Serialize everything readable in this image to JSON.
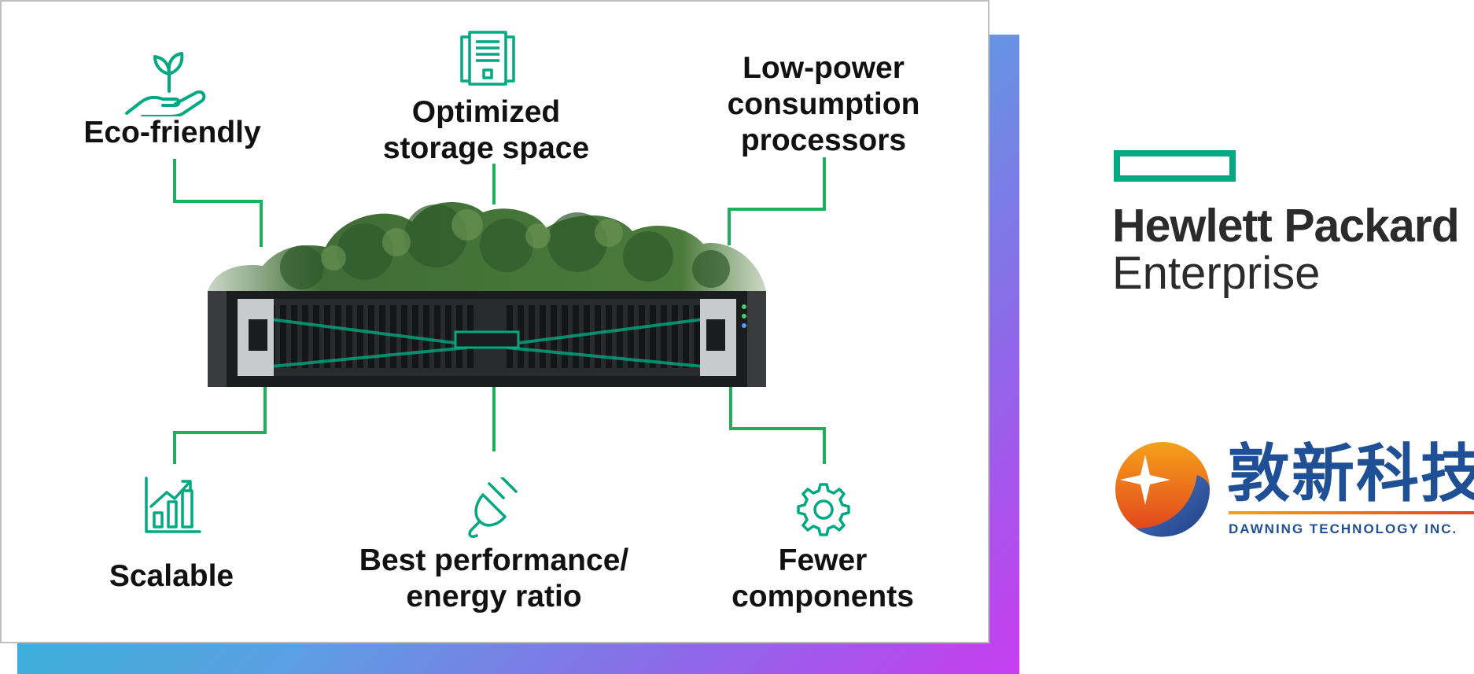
{
  "features": {
    "eco_friendly": "Eco-friendly",
    "optimized_storage": [
      "Optimized",
      "storage space"
    ],
    "low_power": [
      "Low-power",
      "consumption",
      "processors"
    ],
    "scalable": "Scalable",
    "best_performance": [
      "Best performance/",
      "energy ratio"
    ],
    "fewer_components": [
      "Fewer",
      "components"
    ]
  },
  "logos": {
    "hpe": {
      "line1": "Hewlett Packard",
      "line2": "Enterprise"
    },
    "dawning": {
      "chinese": "敦新科技",
      "english": "DAWNING  TECHNOLOGY INC."
    }
  },
  "colors": {
    "accent_green": "#01a982",
    "connector_green": "#1fae5b",
    "dawning_blue": "#1f4f94",
    "gradient_start": "#00d8c4",
    "gradient_end": "#c83cf0"
  },
  "icons": [
    "sprout-hand-icon",
    "server-cabinet-icon",
    "bar-chart-icon",
    "power-plug-icon",
    "gear-icon",
    "server-with-trees-image"
  ]
}
